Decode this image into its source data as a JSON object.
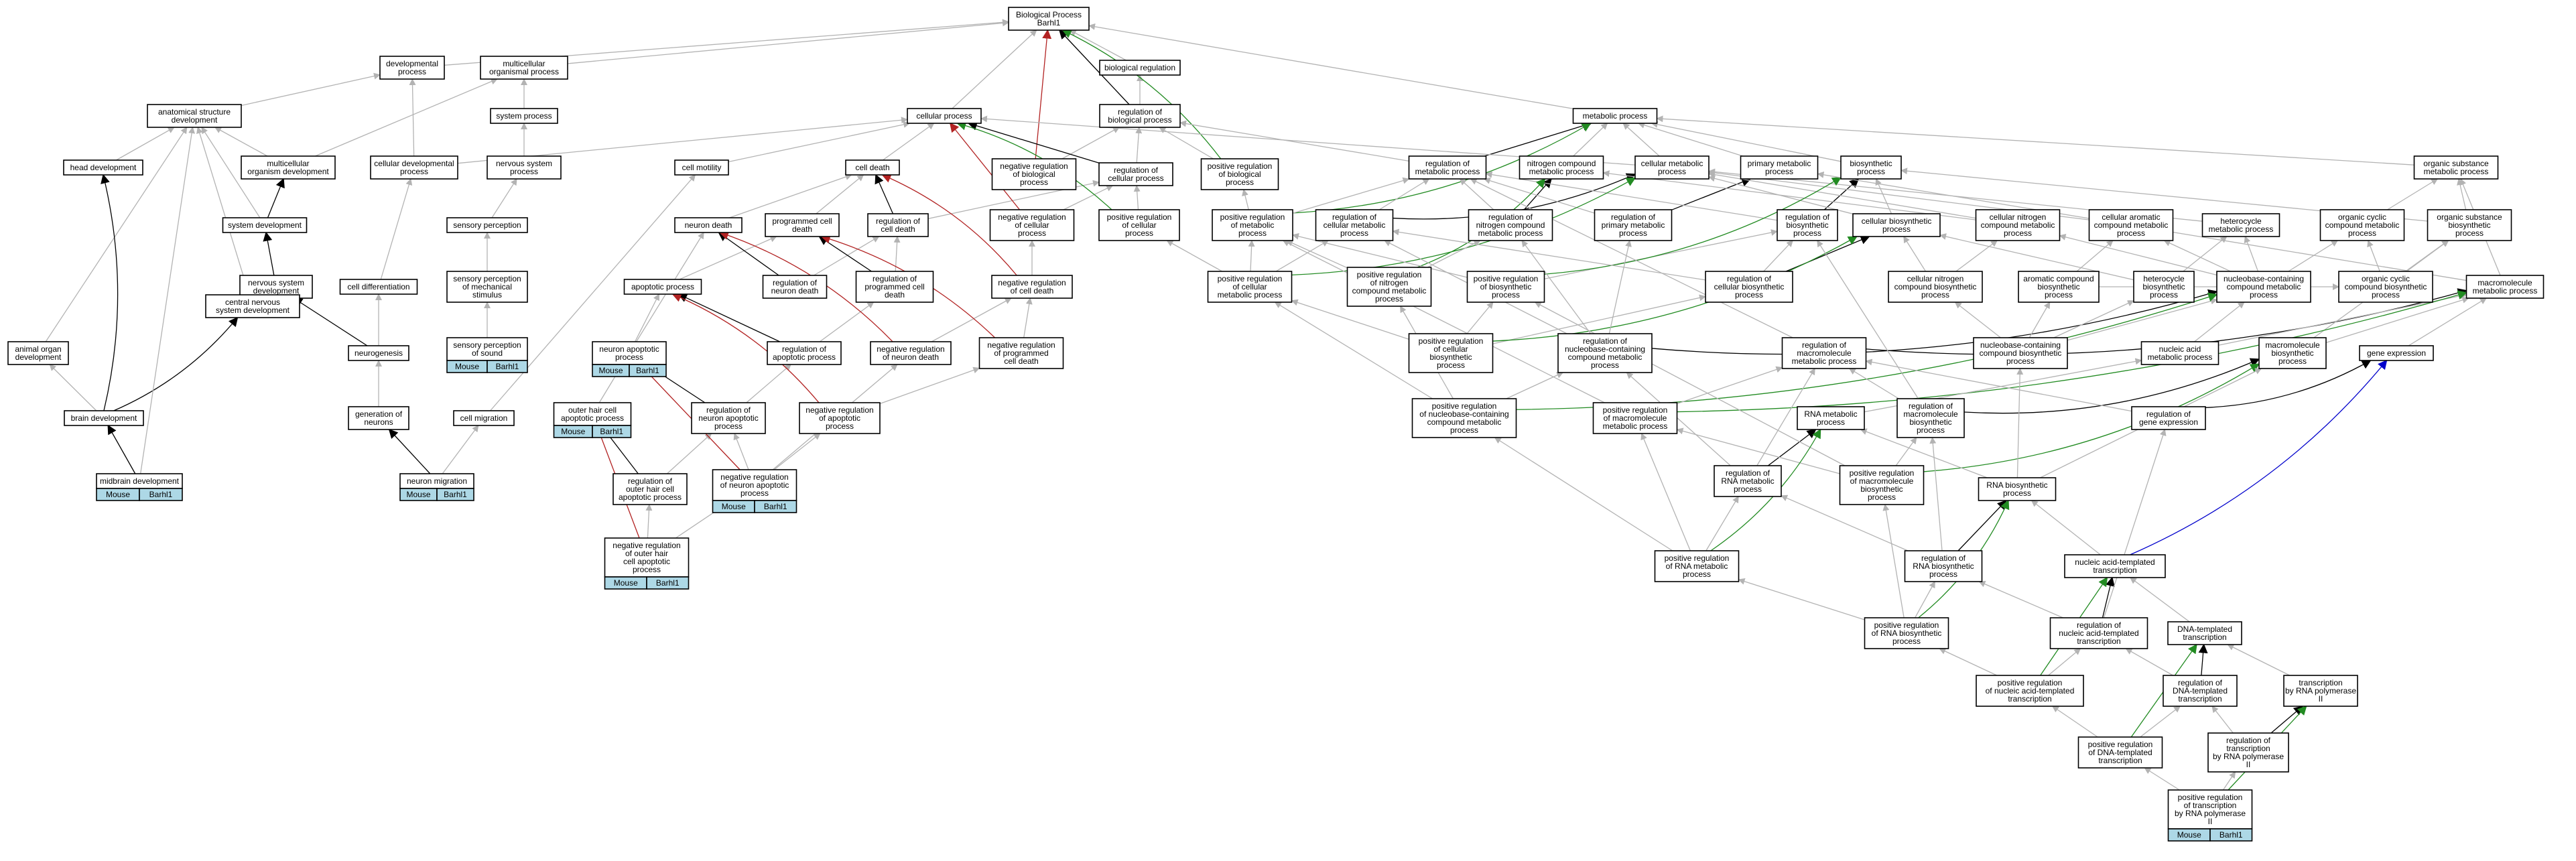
{
  "colors": {
    "is_a": "#b3b3b3",
    "part_of": "#000000",
    "negatively_regulates": "#b22222",
    "positively_regulates": "#228b22",
    "regulates": "#0000cc",
    "annotation_fill": "#add8e6"
  },
  "terms": {
    "bp": "Biological Process\nBarhl1",
    "biological_regulation": "biological regulation",
    "developmental_process": "developmental\nprocess",
    "multicellular_organismal_process": "multicellular\norganismal process",
    "anatomical_structure_development": "anatomical structure\ndevelopment",
    "system_process": "system process",
    "head_development": "head development",
    "multicellular_organism_development": "multicellular\norganism development",
    "cellular_developmental_process": "cellular developmental\nprocess",
    "nervous_system_process": "nervous system\nprocess",
    "cell_motility": "cell motility",
    "system_development": "system development",
    "sensory_perception": "sensory perception",
    "nervous_system_development": "nervous system\ndevelopment",
    "cell_differentiation": "cell differentiation",
    "sensory_perception_mechanical": "sensory perception\nof mechanical\nstimulus",
    "central_nervous_system_development": "central nervous\nsystem development",
    "neurogenesis": "neurogenesis",
    "sensory_perception_sound": "sensory perception\nof sound",
    "animal_organ_development": "animal organ\ndevelopment",
    "brain_development": "brain development",
    "generation_of_neurons": "generation of\nneurons",
    "cell_migration": "cell migration",
    "midbrain_development": "midbrain development",
    "neuron_migration": "neuron migration",
    "cellular_process": "cellular process",
    "regulation_biological_process": "regulation of\nbiological process",
    "negative_regulation_biological_process": "negative regulation\nof biological\nprocess",
    "regulation_cellular_process": "regulation of\ncellular process",
    "positive_regulation_biological_process": "positive regulation\nof biological\nprocess",
    "cell_death": "cell death",
    "neuron_death": "neuron death",
    "programmed_cell_death": "programmed cell\ndeath",
    "regulation_cell_death": "regulation of\ncell death",
    "negative_regulation_cellular_process": "negative regulation\nof cellular\nprocess",
    "positive_regulation_cellular_process": "positive regulation\nof cellular\nprocess",
    "apoptotic_process": "apoptotic process",
    "regulation_neuron_death": "regulation of\nneuron death",
    "regulation_programmed_cell_death": "regulation of\nprogrammed cell\ndeath",
    "negative_regulation_cell_death": "negative regulation\nof cell death",
    "neuron_apoptotic_process": "neuron apoptotic\nprocess",
    "regulation_apoptotic_process": "regulation of\napoptotic process",
    "negative_regulation_neuron_death": "negative regulation\nof neuron death",
    "negative_regulation_programmed_cell_death": "negative regulation\nof programmed\ncell death",
    "outer_hair_cell_apoptotic_process": "outer hair cell\napoptotic process",
    "regulation_neuron_apoptotic_process": "regulation of\nneuron apoptotic\nprocess",
    "negative_regulation_apoptotic_process": "negative regulation\nof apoptotic\nprocess",
    "regulation_outer_hair_cell_apoptotic": "regulation of\nouter hair cell\napoptotic process",
    "negative_regulation_neuron_apoptotic": "negative regulation\nof neuron apoptotic\nprocess",
    "negative_regulation_outer_hair_cell": "negative regulation\nof outer hair\ncell apoptotic\nprocess",
    "metabolic_process": "metabolic process",
    "regulation_metabolic_process": "regulation of\nmetabolic process",
    "nitrogen_compound_metabolic_process": "nitrogen compound\nmetabolic process",
    "cellular_metabolic_process": "cellular metabolic\nprocess",
    "primary_metabolic_process": "primary metabolic\nprocess",
    "biosynthetic_process": "biosynthetic\nprocess",
    "organic_substance_metabolic_process": "organic substance\nmetabolic process",
    "positive_regulation_metabolic_process": "positive regulation\nof metabolic\nprocess",
    "regulation_cellular_metabolic_process": "regulation of\ncellular metabolic\nprocess",
    "regulation_nitrogen_compound_metabolic": "regulation of\nnitrogen compound\nmetabolic process",
    "regulation_primary_metabolic_process": "regulation of\nprimary metabolic\nprocess",
    "regulation_biosynthetic_process": "regulation of\nbiosynthetic\nprocess",
    "cellular_biosynthetic_process": "cellular biosynthetic\nprocess",
    "cellular_nitrogen_compound_metabolic": "cellular nitrogen\ncompound metabolic\nprocess",
    "cellular_aromatic_compound_metabolic": "cellular aromatic\ncompound metabolic\nprocess",
    "heterocycle_metabolic_process": "heterocycle\nmetabolic process",
    "organic_cyclic_compound_metabolic": "organic cyclic\ncompound metabolic\nprocess",
    "organic_substance_biosynthetic": "organic substance\nbiosynthetic\nprocess",
    "positive_regulation_cellular_metabolic": "positive regulation\nof cellular\nmetabolic process",
    "positive_regulation_nitrogen_compound": "positive regulation\nof nitrogen\ncompound metabolic\nprocess",
    "positive_regulation_biosynthetic": "positive regulation\nof biosynthetic\nprocess",
    "regulation_cellular_biosynthetic": "regulation of\ncellular biosynthetic\nprocess",
    "cellular_nitrogen_compound_biosynthetic": "cellular nitrogen\ncompound biosynthetic\nprocess",
    "aromatic_compound_biosynthetic": "aromatic compound\nbiosynthetic\nprocess",
    "heterocycle_biosynthetic": "heterocycle\nbiosynthetic\nprocess",
    "nucleobase_containing_compound_metabolic": "nucleobase-containing\ncompound metabolic\nprocess",
    "organic_cyclic_compound_biosynthetic": "organic cyclic\ncompound biosynthetic\nprocess",
    "macromolecule_metabolic_process": "macromolecule\nmetabolic process",
    "positive_regulation_cellular_biosynthetic": "positive regulation\nof cellular\nbiosynthetic\nprocess",
    "regulation_nucleobase_containing": "regulation of\nnucleobase-containing\ncompound metabolic\nprocess",
    "regulation_macromolecule_metabolic": "regulation of\nmacromolecule\nmetabolic process",
    "nucleobase_containing_biosynthetic": "nucleobase-containing\ncompound biosynthetic\nprocess",
    "nucleic_acid_metabolic_process": "nucleic acid\nmetabolic process",
    "macromolecule_biosynthetic_process": "macromolecule\nbiosynthetic\nprocess",
    "gene_expression": "gene expression",
    "positive_regulation_nucleobase_containing": "positive regulation\nof nucleobase-containing\ncompound metabolic\nprocess",
    "positive_regulation_macromolecule_metabolic": "positive regulation\nof macromolecule\nmetabolic process",
    "rna_metabolic_process": "RNA metabolic\nprocess",
    "regulation_macromolecule_biosynthetic": "regulation of\nmacromolecule\nbiosynthetic\nprocess",
    "regulation_gene_expression": "regulation of\ngene expression",
    "regulation_rna_metabolic": "regulation of\nRNA metabolic\nprocess",
    "positive_regulation_macromolecule_biosynthetic": "positive regulation\nof macromolecule\nbiosynthetic\nprocess",
    "rna_biosynthetic_process": "RNA biosynthetic\nprocess",
    "positive_regulation_rna_metabolic": "positive regulation\nof RNA metabolic\nprocess",
    "regulation_rna_biosynthetic": "regulation of\nRNA biosynthetic\nprocess",
    "nucleic_acid_templated_transcription": "nucleic acid-templated\ntranscription",
    "positive_regulation_rna_biosynthetic": "positive regulation\nof RNA biosynthetic\nprocess",
    "regulation_nucleic_acid_templated": "regulation of\nnucleic acid-templated\ntranscription",
    "dna_templated_transcription": "DNA-templated\ntranscription",
    "positive_regulation_nucleic_acid_templated": "positive regulation\nof nucleic acid-templated\ntranscription",
    "regulation_dna_templated": "regulation of\nDNA-templated\ntranscription",
    "transcription_rna_polymerase_ii": "transcription\nby RNA polymerase\nII",
    "positive_regulation_dna_templated": "positive regulation\nof DNA-templated\ntranscription",
    "regulation_transcription_rna_pol_ii": "regulation of\ntranscription\nby RNA polymerase\nII",
    "positive_regulation_transcription_rna_pol_ii": "positive regulation\nof transcription\nby RNA polymerase\nII"
  },
  "annotation": {
    "organism": "Mouse",
    "gene": "Barhl1"
  }
}
